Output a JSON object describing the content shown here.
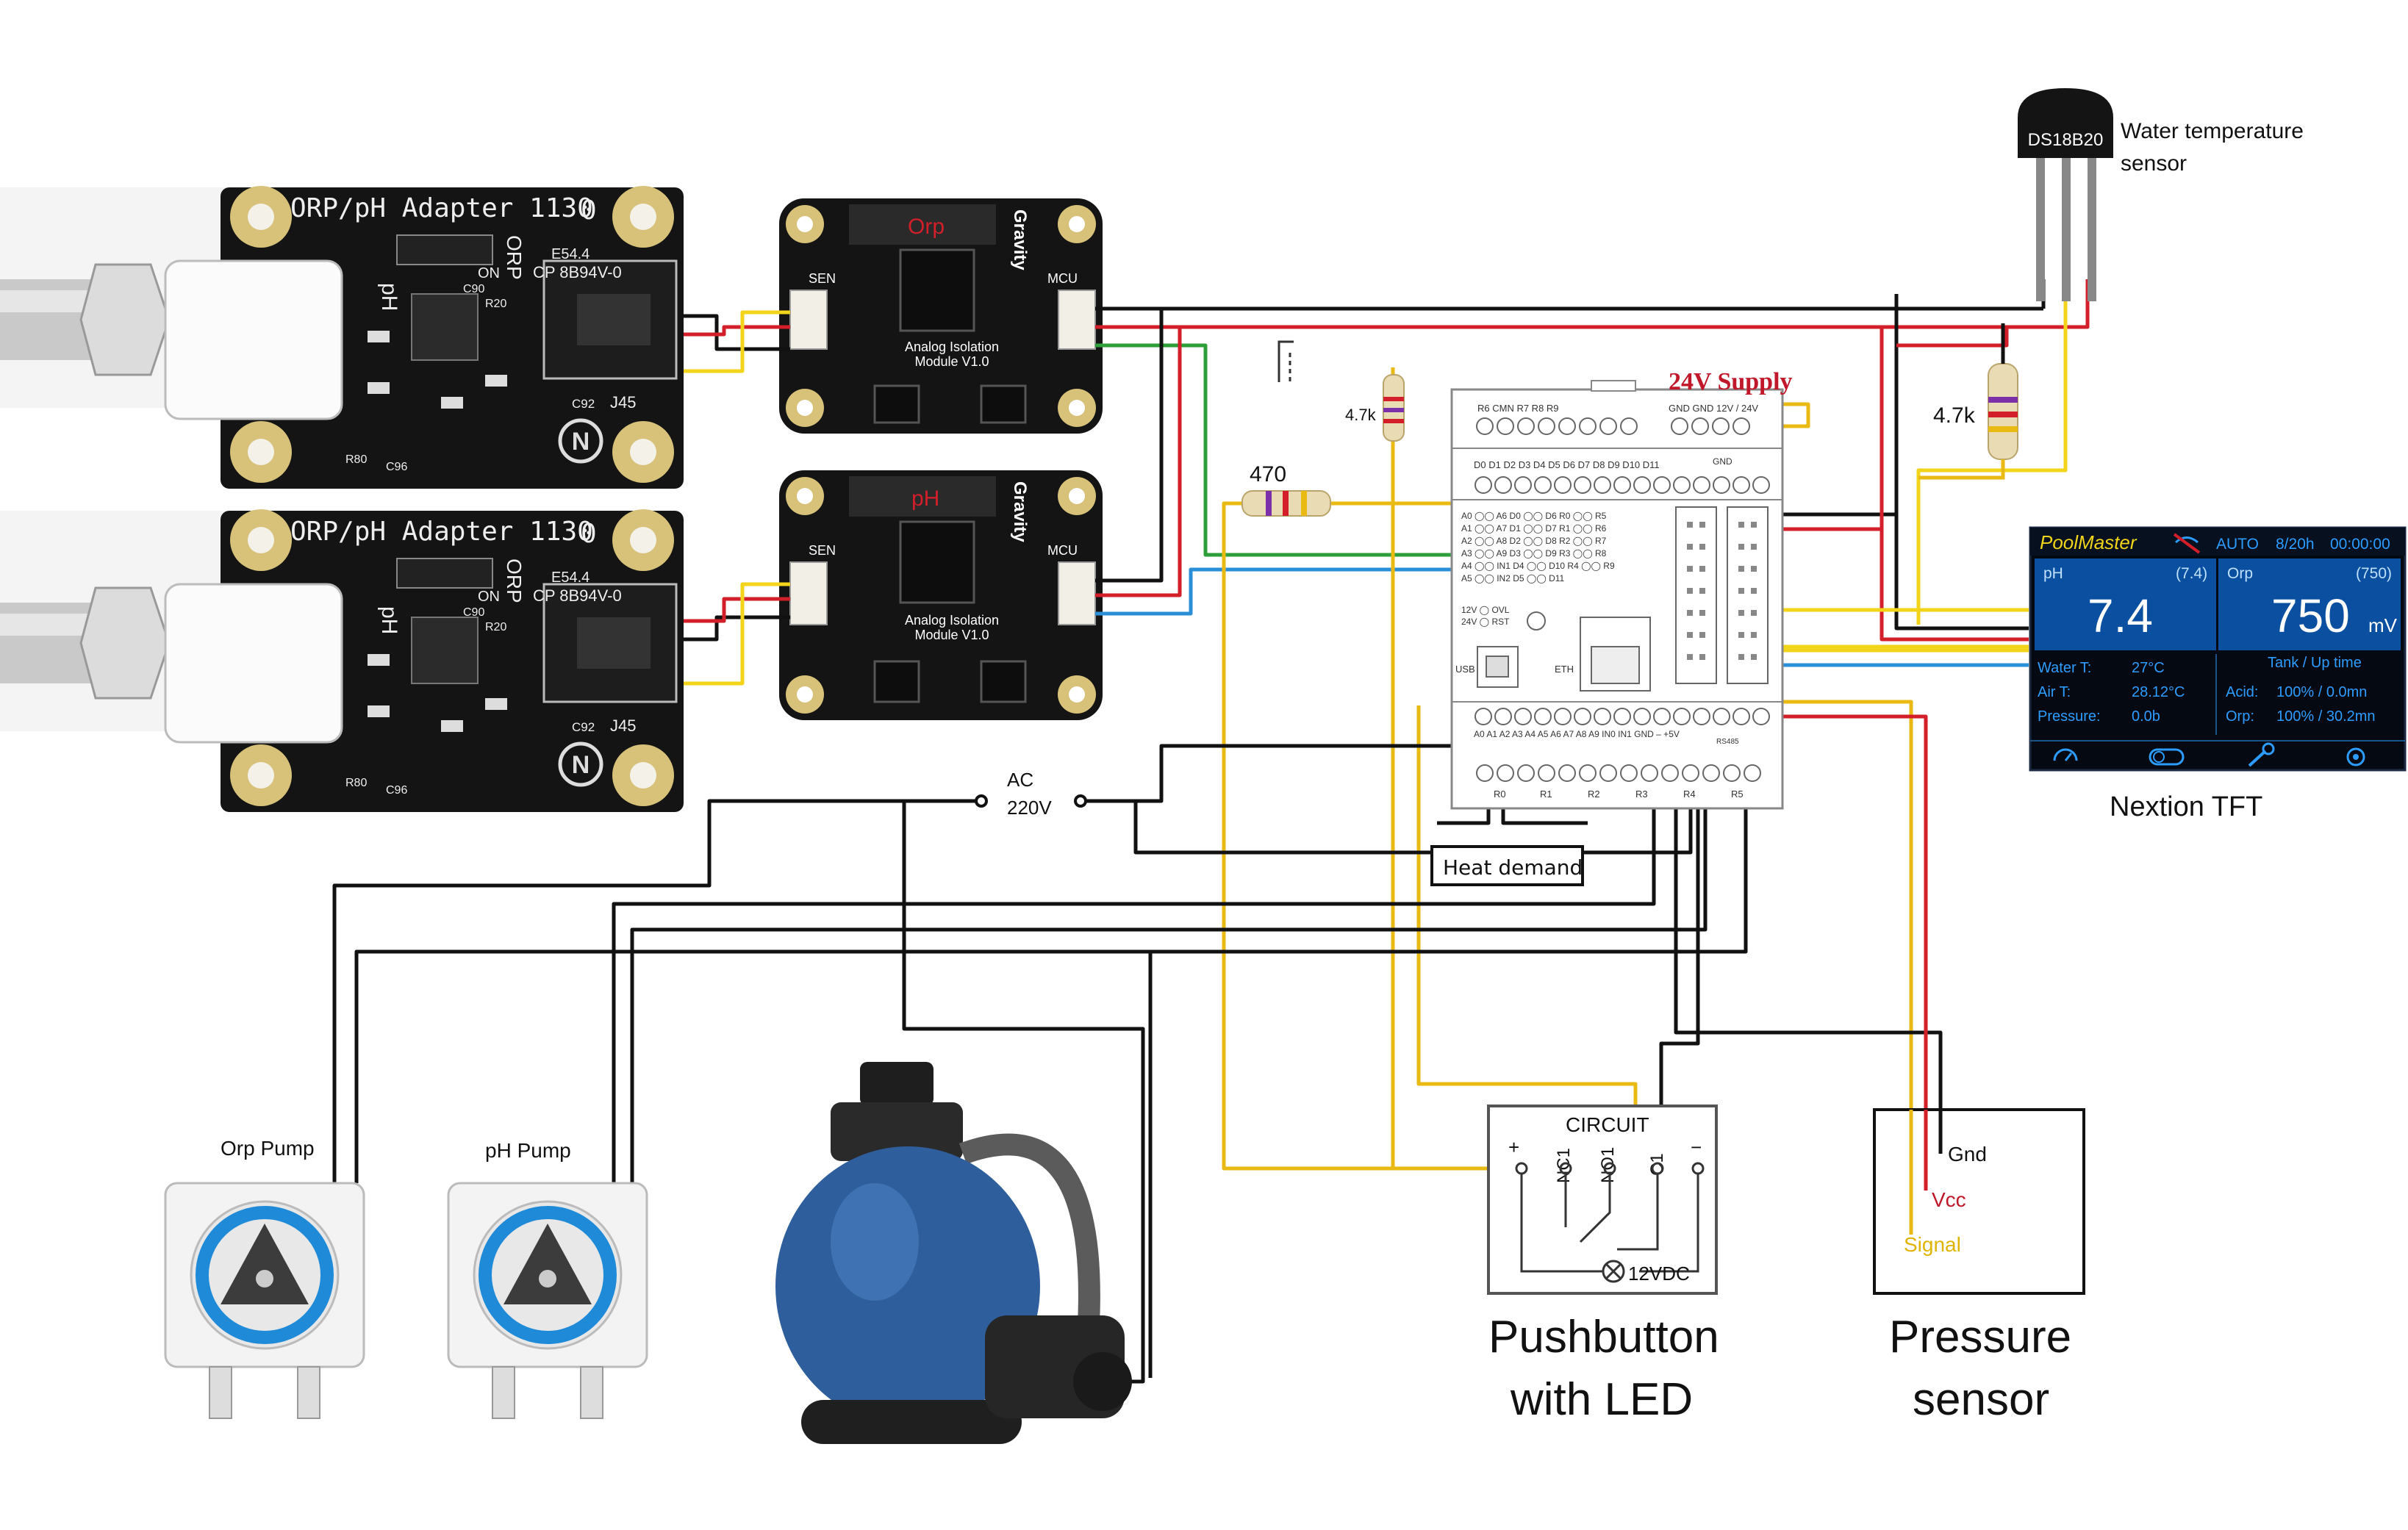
{
  "adapters": [
    {
      "title": "ORP/pH Adapter 1130",
      "rev": "0",
      "ph_mark": "pH",
      "orp_mark": "ORP",
      "on_mark": "ON",
      "code": "E54.4",
      "cert": "CP 8B94V-0",
      "c90": "C90",
      "r20": "R20",
      "c92": "C92",
      "j45": "J45",
      "r80": "R80",
      "c96": "C96",
      "n_logo": "N"
    },
    {
      "title": "ORP/pH Adapter 1130",
      "rev": "0",
      "ph_mark": "pH",
      "orp_mark": "ORP",
      "on_mark": "ON",
      "code": "E54.4",
      "cert": "CP 8B94V-0",
      "c90": "C90",
      "r20": "R20",
      "c92": "C92",
      "j45": "J45",
      "r80": "R80",
      "c96": "C96",
      "n_logo": "N"
    }
  ],
  "isolation_modules": [
    {
      "label": "Orp",
      "sen": "SEN",
      "mcu": "MCU",
      "brand": "Gravity",
      "line1": "Analog Isolation",
      "line2": "Module V1.0"
    },
    {
      "label": "pH",
      "sen": "SEN",
      "mcu": "MCU",
      "brand": "Gravity",
      "line1": "Analog Isolation",
      "line2": "Module V1.0"
    }
  ],
  "sensor": {
    "chip": "DS18B20",
    "label_line1": "Water temperature",
    "label_line2": "sensor"
  },
  "resistors": {
    "left_pullup": "4.7k",
    "right_pullup": "4.7k",
    "led_resistor": "470"
  },
  "controller": {
    "supply": "24V Supply",
    "top_terminals": "R6  CMN  R7      R8       R9",
    "top_terminals_right": "GND GND 12V / 24V",
    "digital_header": "D0 D1 D2 D3 D4 D5 D6 D7 D8 D9 D10 D11",
    "gnd": "GND",
    "pin_rows": [
      "A0 ◯◯ A6    D0 ◯◯ D6    R0 ◯◯ R5",
      "A1 ◯◯ A7    D1 ◯◯ D7    R1 ◯◯ R6",
      "A2 ◯◯ A8    D2 ◯◯ D8    R2 ◯◯ R7",
      "A3 ◯◯ A9    D3 ◯◯ D9    R3 ◯◯ R8",
      "A4 ◯◯ IN1   D4 ◯◯ D10   R4 ◯◯ R9",
      "A5 ◯◯ IN2   D5 ◯◯ D11"
    ],
    "power_labels": [
      "12V ◯ OVL",
      "24V ◯ RST"
    ],
    "usb": "USB",
    "eth": "ETH",
    "bottom_header": "A0 A1 A2 A3 A4 A5 A6 A7 A8 A9 IN0 IN1 GND  –  +5V",
    "rs485": "RS485",
    "relay_labels": [
      "R0",
      "R1",
      "R2",
      "R3",
      "R4",
      "R5"
    ]
  },
  "ac": {
    "line1": "AC",
    "line2": "220V"
  },
  "heat_demand": "Heat demand",
  "nextion": {
    "caption": "Nextion TFT",
    "brand": "PoolMaster",
    "mode": "AUTO",
    "window": "8/20h",
    "time": "00:00:00",
    "ph_label": "pH",
    "ph_set": "(7.4)",
    "ph_value": "7.4",
    "orp_label": "Orp",
    "orp_set": "(750)",
    "orp_value": "750",
    "orp_unit": "mV",
    "water_t_label": "Water T:",
    "water_t": "27°C",
    "air_t_label": "Air T:",
    "air_t": "28.12°C",
    "pressure_label": "Pressure:",
    "pressure": "0.0b",
    "tank_header": "Tank  / Up time",
    "acid_label": "Acid:",
    "acid": "100% / 0.0mn",
    "orp_tank_label": "Orp:",
    "orp_tank": "100% / 30.2mn"
  },
  "pumps": [
    {
      "label": "Orp Pump"
    },
    {
      "label": "pH Pump"
    }
  ],
  "pushbutton": {
    "circuit": "CIRCUIT",
    "plus": "+",
    "nc1": "NC1",
    "no1": "NO1",
    "c1": "C1",
    "minus": "−",
    "led": "12VDC",
    "caption1": "Pushbutton",
    "caption2": "with LED"
  },
  "pressure_sensor": {
    "gnd": "Gnd",
    "vcc": "Vcc",
    "signal": "Signal",
    "caption1": "Pressure",
    "caption2": "sensor"
  },
  "colors": {
    "wire_black": "#111111",
    "wire_red": "#d21f2a",
    "wire_yellow": "#f2d51a",
    "wire_green": "#2e9e3a",
    "wire_blue": "#2a8fd6",
    "wire_orange_yellow": "#e9b914",
    "board_black": "#141414",
    "gold": "#d8c27a",
    "tft_blue": "#0b4fa0",
    "tft_text": "#2d9cff",
    "supply_red": "#c0182a",
    "signal_yellow": "#e0b400"
  }
}
